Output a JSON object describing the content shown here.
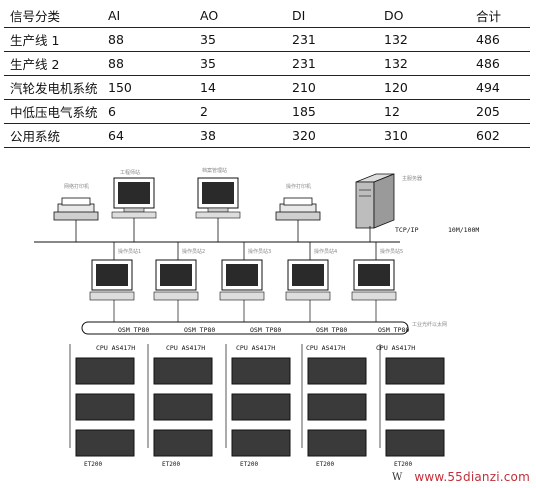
{
  "table": {
    "headers": [
      "信号分类",
      "AI",
      "AO",
      "DI",
      "DO",
      "合计"
    ],
    "rows": [
      [
        "生产线 1",
        "88",
        "35",
        "231",
        "132",
        "486"
      ],
      [
        "生产线 2",
        "88",
        "35",
        "231",
        "132",
        "486"
      ],
      [
        "汽轮发电机系统",
        "150",
        "14",
        "210",
        "120",
        "494"
      ],
      [
        "中低压电气系统",
        "6",
        "2",
        "185",
        "12",
        "205"
      ],
      [
        "公用系统",
        "64",
        "38",
        "320",
        "310",
        "602"
      ]
    ]
  },
  "diagram": {
    "printer1_label": "网络打印机",
    "engineer_label": "工程师站",
    "archive_label": "档案管理站",
    "printer2_label": "操作打印机",
    "server_label": "主服务器",
    "network_label": "TCP/IP",
    "network_suffix": "10M/100M",
    "operator_labels": [
      "操作员站1",
      "操作员站2",
      "操作员站3",
      "操作员站4",
      "操作员站5"
    ],
    "osm_label": "OSM TP80",
    "cpu_label": "CPU AS417H",
    "ring_label": "工业光纤以太网",
    "et_label": "ET200"
  },
  "watermark": {
    "w": "W",
    "site": "www.55dianzi.com"
  },
  "colors": {
    "line": "#111111",
    "screen": "#2a2a2a",
    "rack": "#3a3a3a",
    "watermark": "#c0303a"
  }
}
